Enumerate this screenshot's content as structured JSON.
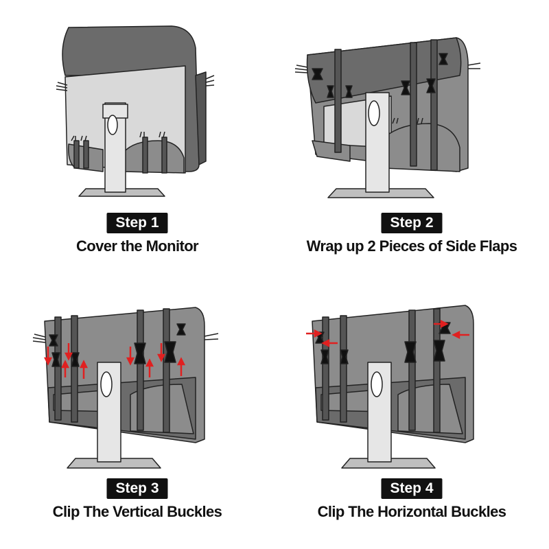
{
  "steps": [
    {
      "badge": "Step 1",
      "caption": "Cover the Monitor"
    },
    {
      "badge": "Step 2",
      "caption": "Wrap up 2 Pieces of Side Flaps"
    },
    {
      "badge": "Step 3",
      "caption": "Clip The Vertical Buckles"
    },
    {
      "badge": "Step 4",
      "caption": "Clip The Horizontal Buckles"
    }
  ],
  "colors": {
    "cover_dark": "#6b6b6b",
    "cover_mid": "#8c8c8c",
    "strap": "#555555",
    "monitor_back": "#d9d9d9",
    "stand": "#e6e6e6",
    "buckle": "#111111",
    "arrow": "#e02020",
    "badge_bg": "#111111"
  },
  "icons": [
    "monitor-cover-icon",
    "monitor-stand-icon",
    "buckle-icon",
    "red-arrow-icon"
  ]
}
